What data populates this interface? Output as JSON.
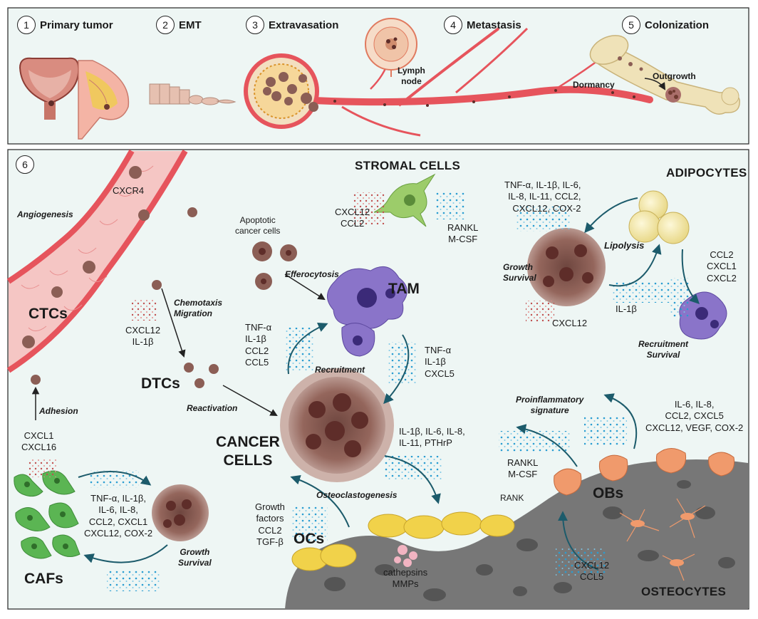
{
  "top_panel": {
    "steps": [
      {
        "num": "1",
        "label": "Primary tumor"
      },
      {
        "num": "2",
        "label": "EMT"
      },
      {
        "num": "3",
        "label": "Extravasation"
      },
      {
        "num": "4",
        "label": "Metastasis"
      },
      {
        "num": "5",
        "label": "Colonization"
      }
    ],
    "lymph_node": [
      "Lymph",
      "node"
    ],
    "outgrowth": "Outgrowth",
    "dormancy": "Dormancy"
  },
  "bottom_panel": {
    "step_num": "6",
    "stromal_cells": {
      "title": "STROMAL CELLS",
      "left": [
        "CXCL12",
        "CCL2"
      ],
      "right": [
        "RANKL",
        "M-CSF"
      ]
    },
    "adipocytes": {
      "title": "ADIPOCYTES",
      "factors": [
        "TNF-α, IL-1β, IL-6,",
        "IL-8, IL-11, CCL2,",
        "CXCL12, COX-2"
      ],
      "lipolysis": "Lipolysis",
      "growth_survival": [
        "Growth",
        "Survival"
      ],
      "ccl": [
        "CCL2",
        "CXCL1",
        "CXCL2"
      ],
      "il1b": "IL-1β",
      "cxcl12": "CXCL12",
      "recruitment_survival": [
        "Recruitment",
        "Survival"
      ]
    },
    "vessel": {
      "angiogenesis": "Angiogenesis",
      "cxcr4": "CXCR4",
      "ctcs": "CTCs",
      "adhesion": "Adhesion",
      "cxcl": [
        "CXCL1",
        "CXCL16"
      ]
    },
    "apoptotic": [
      "Apoptotic",
      "cancer cells"
    ],
    "efferocytosis": "Efferocytosis",
    "tam": "TAM",
    "chemotaxis": [
      "Chemotaxis",
      "Migration"
    ],
    "chemo_factors": [
      "CXCL12",
      "IL-1β"
    ],
    "tam_in": [
      "TNF-α",
      "IL-1β",
      "CCL2",
      "CCL5"
    ],
    "recruitment": "Recruitment",
    "tam_out": [
      "TNF-α",
      "IL-1β",
      "CXCL5"
    ],
    "dtcs": "DTCs",
    "reactivation": "Reactivation",
    "cancer_cells": [
      "CANCER",
      "CELLS"
    ],
    "cancer_to_oc": [
      "IL-1β, IL-6, IL-8,",
      "IL-11, PTHrP"
    ],
    "proinflammatory": [
      "Proinflammatory",
      "signature"
    ],
    "ob_out": [
      "IL-6, IL-8,",
      "CCL2, CXCL5",
      "CXCL12, VEGF, COX-2"
    ],
    "rankl": [
      "RANKL",
      "M-CSF"
    ],
    "rank": "RANK",
    "obs": "OBs",
    "osteoclastogenesis": "Osteoclastogenesis",
    "caf_factors": [
      "TNF-α, IL-1β,",
      "IL-6, IL-8,",
      "CCL2, CXCL1",
      "CXCL12, COX-2"
    ],
    "caf_growth": [
      "Growth",
      "Survival"
    ],
    "cafs": "CAFs",
    "oc_factors": [
      "Growth",
      "factors",
      "CCL2",
      "TGF-β"
    ],
    "ocs": "OCs",
    "cathepsins": [
      "cathepsins",
      "MMPs"
    ],
    "osteocyte_factors": [
      "CXCL12",
      "CCL5"
    ],
    "osteocytes": "OSTEOCYTES"
  },
  "colors": {
    "panel_bg": "#eef6f4",
    "vessel": "#e6545c",
    "vessel_inner": "#f5c6c4",
    "bone": "#efe2b8",
    "tumor": "#8b5e55",
    "tam": "#8a74c9",
    "adipocyte": "#f7eca8",
    "caf": "#5bb553",
    "ob": "#f09a6c",
    "oc": "#f1d24a",
    "bone_gray": "#777777",
    "arrow": "#1c5b6b",
    "dots": "#2a9dd1"
  }
}
